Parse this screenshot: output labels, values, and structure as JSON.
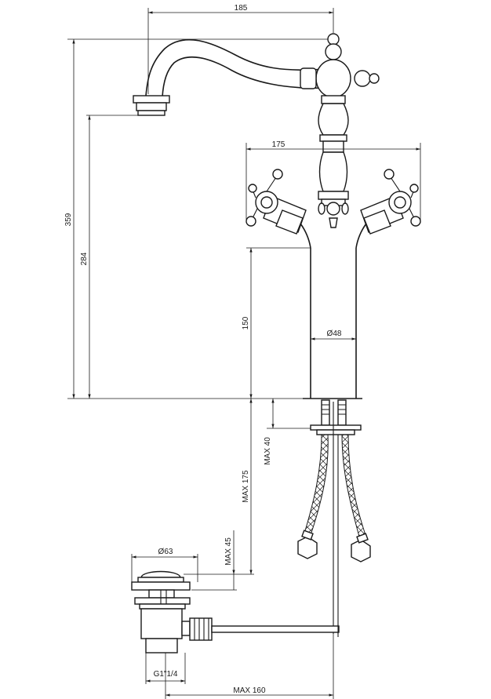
{
  "dimensions": {
    "spout_reach": "185",
    "handle_span": "175",
    "total_height": "359",
    "spout_height": "284",
    "body_height": "150",
    "body_diameter": "Ø48",
    "max_40": "MAX 40",
    "max_175": "MAX 175",
    "max_45": "MAX 45",
    "drain_diameter": "Ø63",
    "drain_thread": "G1\"1/4",
    "max_160": "MAX 160"
  }
}
